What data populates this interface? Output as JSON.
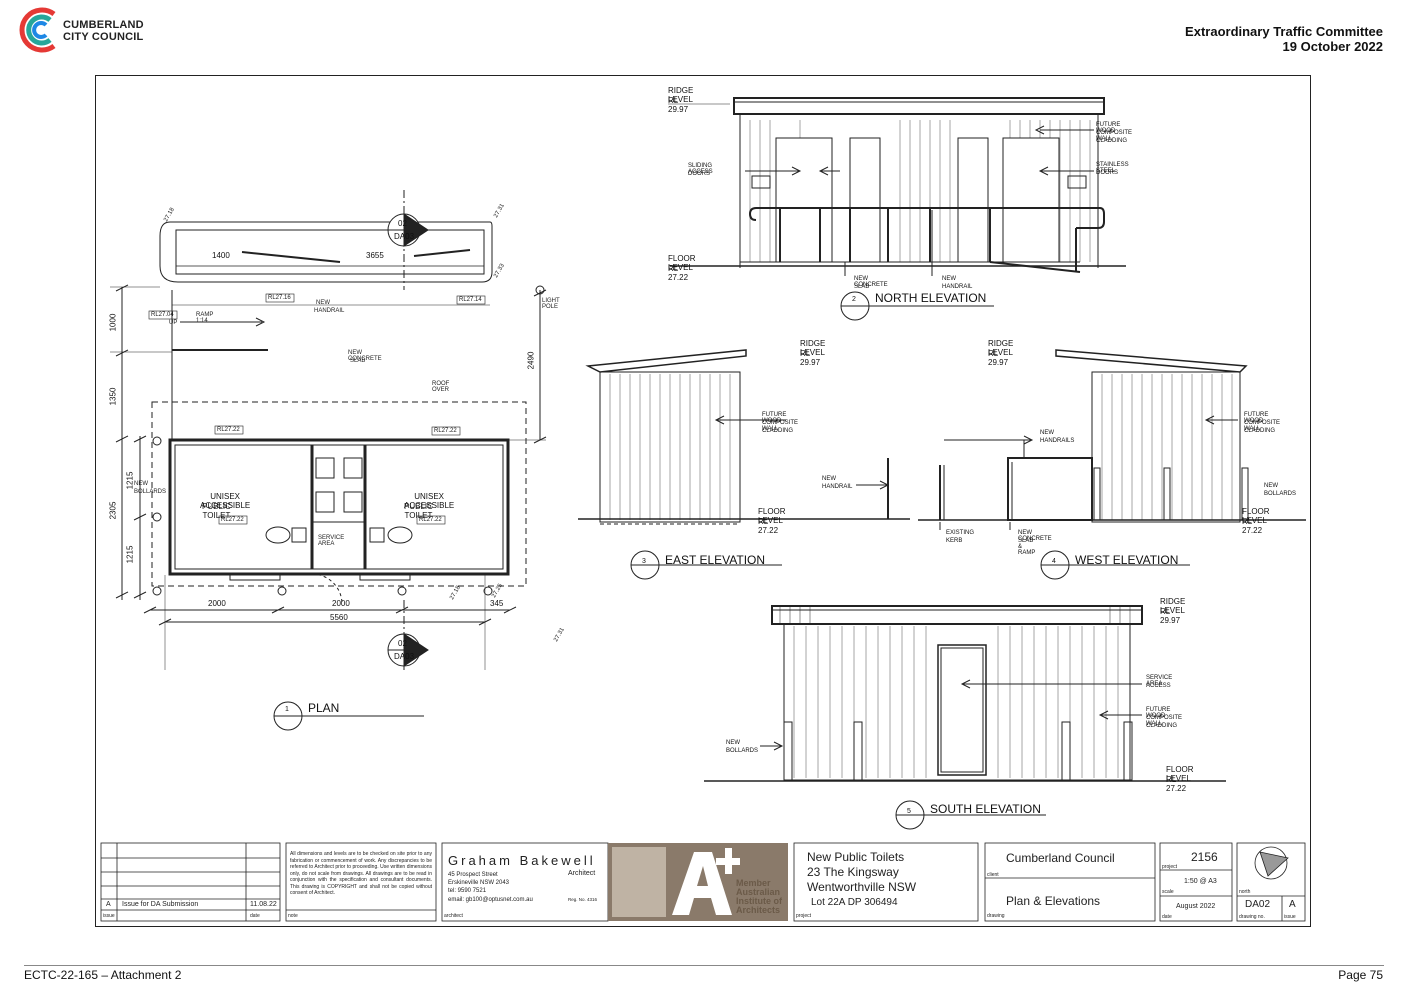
{
  "header": {
    "logo_line1": "CUMBERLAND",
    "logo_line2": "CITY COUNCIL",
    "committee": "Extraordinary Traffic Committee",
    "date": "19 October 2022"
  },
  "footer": {
    "left": "ECTC-22-165 – Attachment 2",
    "right": "Page 75"
  },
  "plan": {
    "title_num": "1",
    "title": "PLAN",
    "dims": {
      "d1400": "1400",
      "d3655": "3655",
      "d1000": "1000",
      "d1350": "1350",
      "d2305": "2305",
      "d1215a": "1215",
      "d1215b": "1215",
      "d2490": "2490",
      "d2000a": "2000",
      "d2000b": "2000",
      "d5560": "5560",
      "d345": "345"
    },
    "levels": {
      "l1": "RL27.04",
      "l2": "RL27.16",
      "l3": "RL27.14",
      "l4": "RL27.22",
      "l5": "RL27.22",
      "l6": "RL27.22",
      "l7": "RL27.22",
      "s1": "27.18",
      "s2": "27.31",
      "s3": "27.33",
      "s4": "27.18",
      "s5": "27.25",
      "s6": "27.31"
    },
    "labels": {
      "ramp": "RAMP 1:14",
      "up": "UP",
      "new_handrail": "NEW",
      "new_handrail2": "HANDRAIL",
      "light_pole": "LIGHT POLE",
      "slab1": "NEW CONCRETE",
      "slab2": "SLAB",
      "roof_over": "ROOF OVER",
      "bollards1": "NEW",
      "bollards2": "BOLLARDS",
      "toilet_left1": "UNISEX ACCESSIBLE",
      "toilet_left2": "PUBLIC TOILET",
      "toilet_right1": "UNISEX ACCESSIBLE",
      "toilet_right2": "PUBLIC TOILET",
      "service_area": "SERVICE AREA",
      "sec_num_top": "02",
      "sec_ref_top": "DA03",
      "sec_num_bot": "02",
      "sec_ref_bot": "DA03"
    }
  },
  "north": {
    "title_num": "2",
    "title": "NORTH ELEVATION",
    "ridge": "RIDGE LEVEL",
    "ridge_rl": "RL 29.97",
    "floor": "FLOOR LEVEL",
    "floor_rl": "RL 27.22",
    "n1a": "FUTURE WOOD",
    "n1b": "COMPOSITE WALL",
    "n1c": "CLADDING",
    "n2a": "SLIDING ACCESS",
    "n2b": "DOORS",
    "n3a": "STAINLESS STEEL",
    "n3b": "DOORS",
    "n4a": "NEW CONCRETE",
    "n4b": "SLAB",
    "n5a": "NEW",
    "n5b": "HANDRAIL"
  },
  "east": {
    "title_num": "3",
    "title": "EAST ELEVATION",
    "ridge": "RIDGE LEVEL",
    "ridge_rl": "RL 29.97",
    "floor": "FLOOR LEVEL",
    "floor_rl": "RL 27.22",
    "n1a": "FUTURE WOOD",
    "n1b": "COMPOSITE WALL",
    "n1c": "CLADDING",
    "n2a": "NEW",
    "n2b": "HANDRAIL"
  },
  "west": {
    "title_num": "4",
    "title": "WEST ELEVATION",
    "ridge": "RIDGE LEVEL",
    "ridge_rl": "RL 29.97",
    "floor": "FLOOR LEVEL",
    "floor_rl": "RL 27.22",
    "n1a": "FUTURE WOOD",
    "n1b": "COMPOSITE WALL",
    "n1c": "CLADDING",
    "n2a": "NEW",
    "n2b": "HANDRAILS",
    "n3a": "NEW",
    "n3b": "BOLLARDS",
    "n4a": "EXISTING",
    "n4b": "KERB",
    "n5a": "NEW CONCRETE",
    "n5b": "SLAB & RAMP"
  },
  "south": {
    "title_num": "5",
    "title": "SOUTH ELEVATION",
    "ridge": "RIDGE LEVEL",
    "ridge_rl": "RL 29.97",
    "floor": "FLOOR LEVEL",
    "floor_rl": "RL 27.22",
    "n1a": "SERVICE AREA",
    "n1b": "ACCESS",
    "n2a": "FUTURE WOOD",
    "n2b": "COMPOSITE WALL",
    "n2c": "CLADDING",
    "n3a": "NEW",
    "n3b": "BOLLARDS"
  },
  "titleblock": {
    "rev_letter": "A",
    "rev_desc": "Issue for DA Submission",
    "rev_date": "11.08.22",
    "rev_issue": "issue",
    "rev_date_lbl": "date",
    "notes": "All dimensions and levels are to be checked on site prior to any fabrication or commencement of work. Any discrepancies to be referred to Architect prior to proceeding. Use written dimensions only, do not scale from drawings. All drawings are to be read in conjunction with the specification and consultant documents. This drawing is COPYRIGHT and shall not be copied without consent of Architect.",
    "note_lbl": "note",
    "architect_name": "Graham Bakewell",
    "architect_role": "Architect",
    "addr1": "45 Prospect Street",
    "addr2": "Erskineville NSW 2043",
    "tel": "tel: 9590 7521",
    "email": "email: gb100@optusnet.com.au",
    "reg": "Reg. No. 4316",
    "architect_lbl": "architect",
    "member1": "Member",
    "member2": "Australian",
    "member3": "Institute of",
    "member4": "Architects",
    "project1": "New Public Toilets",
    "project2": "23 The Kingsway",
    "project3": "Wentworthville NSW",
    "project4": "Lot 22A  DP 306494",
    "project_lbl": "project",
    "client": "Cumberland Council",
    "client_lbl": "client",
    "drawing": "Plan & Elevations",
    "drawing_lbl": "drawing",
    "proj_no": "2156",
    "proj_no_lbl": "project",
    "scale": "1:50 @ A3",
    "scale_lbl": "scale",
    "date": "August 2022",
    "date_lbl": "date",
    "north_lbl": "north",
    "dwg_no": "DA02",
    "dwg_no_lbl": "drawing no.",
    "issue": "A",
    "issue_lbl": "issue"
  }
}
